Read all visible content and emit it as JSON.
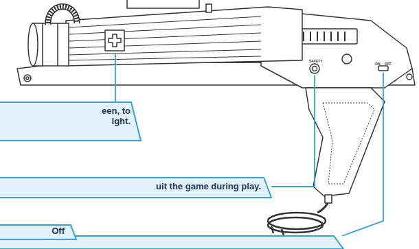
{
  "diagram": {
    "nodes": [
      {
        "text": [
          "een, to ight."
        ]
      },
      {
        "text": [
          "uit the game during play."
        ]
      },
      {
        "text": [
          "Off"
        ]
      }
    ],
    "labels": [
      "SAFETY",
      "ON",
      "OFF"
    ]
  }
}
